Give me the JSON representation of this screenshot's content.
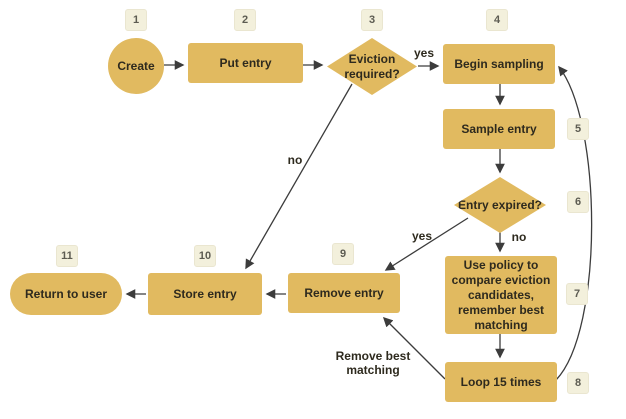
{
  "diagram": {
    "type": "flowchart",
    "nodes": [
      {
        "step": "1",
        "label": "Create",
        "shape": "circle"
      },
      {
        "step": "2",
        "label": "Put entry",
        "shape": "rect"
      },
      {
        "step": "3",
        "label": "Eviction required?",
        "shape": "diamond"
      },
      {
        "step": "4",
        "label": "Begin sampling",
        "shape": "rect"
      },
      {
        "step": "5",
        "label": "Sample entry",
        "shape": "rect"
      },
      {
        "step": "6",
        "label": "Entry expired?",
        "shape": "diamond"
      },
      {
        "step": "7",
        "label": "Use policy to compare eviction candidates, remember best matching",
        "shape": "rect"
      },
      {
        "step": "8",
        "label": "Loop 15 times",
        "shape": "rect"
      },
      {
        "step": "9",
        "label": "Remove entry",
        "shape": "rect"
      },
      {
        "step": "10",
        "label": "Store entry",
        "shape": "rect"
      },
      {
        "step": "11",
        "label": "Return to user",
        "shape": "pill"
      }
    ],
    "edge_labels": {
      "eviction_yes": "yes",
      "eviction_no": "no",
      "expired_yes": "yes",
      "expired_no": "no",
      "loop_remove": "Remove best matching"
    },
    "edges": [
      {
        "from": "Create",
        "to": "Put entry"
      },
      {
        "from": "Put entry",
        "to": "Eviction required?"
      },
      {
        "from": "Eviction required?",
        "to": "Begin sampling",
        "label": "yes"
      },
      {
        "from": "Eviction required?",
        "to": "Store entry",
        "label": "no"
      },
      {
        "from": "Begin sampling",
        "to": "Sample entry"
      },
      {
        "from": "Sample entry",
        "to": "Entry expired?"
      },
      {
        "from": "Entry expired?",
        "to": "Remove entry",
        "label": "yes"
      },
      {
        "from": "Entry expired?",
        "to": "Use policy to compare eviction candidates, remember best matching",
        "label": "no"
      },
      {
        "from": "Use policy to compare eviction candidates, remember best matching",
        "to": "Loop 15 times"
      },
      {
        "from": "Loop 15 times",
        "to": "Remove entry",
        "label": "Remove best matching"
      },
      {
        "from": "Loop 15 times",
        "to": "Begin sampling"
      },
      {
        "from": "Remove entry",
        "to": "Store entry"
      },
      {
        "from": "Store entry",
        "to": "Return to user"
      }
    ],
    "colors": {
      "shape_fill": "#e1ba60",
      "node_text": "#2e2a1e",
      "badge_fill": "#f3f0dc",
      "badge_border": "#eae6d0",
      "badge_text": "#5d5c52",
      "edge_line": "#3c3c3c",
      "background": "#ffffff"
    }
  }
}
